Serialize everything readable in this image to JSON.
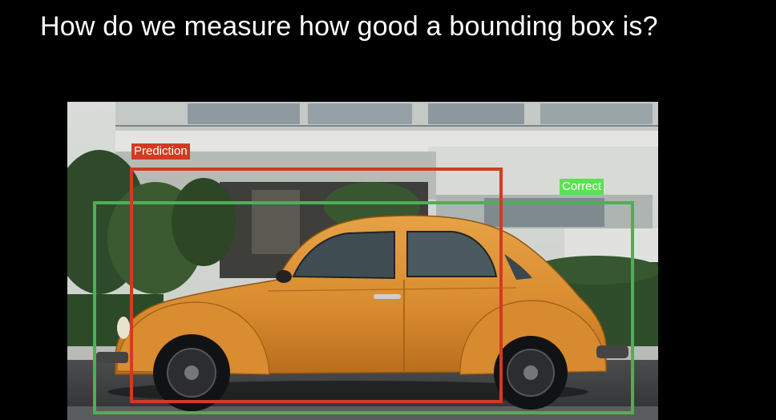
{
  "slide": {
    "title": "How do we measure how good a bounding box is?"
  },
  "photo": {
    "subject": "orange car"
  },
  "boxes": {
    "prediction": {
      "label": "Prediction",
      "color": "#d13b22"
    },
    "correct": {
      "label": "Correct",
      "color": "#4fae57",
      "label_bg": "#59e34f"
    }
  }
}
